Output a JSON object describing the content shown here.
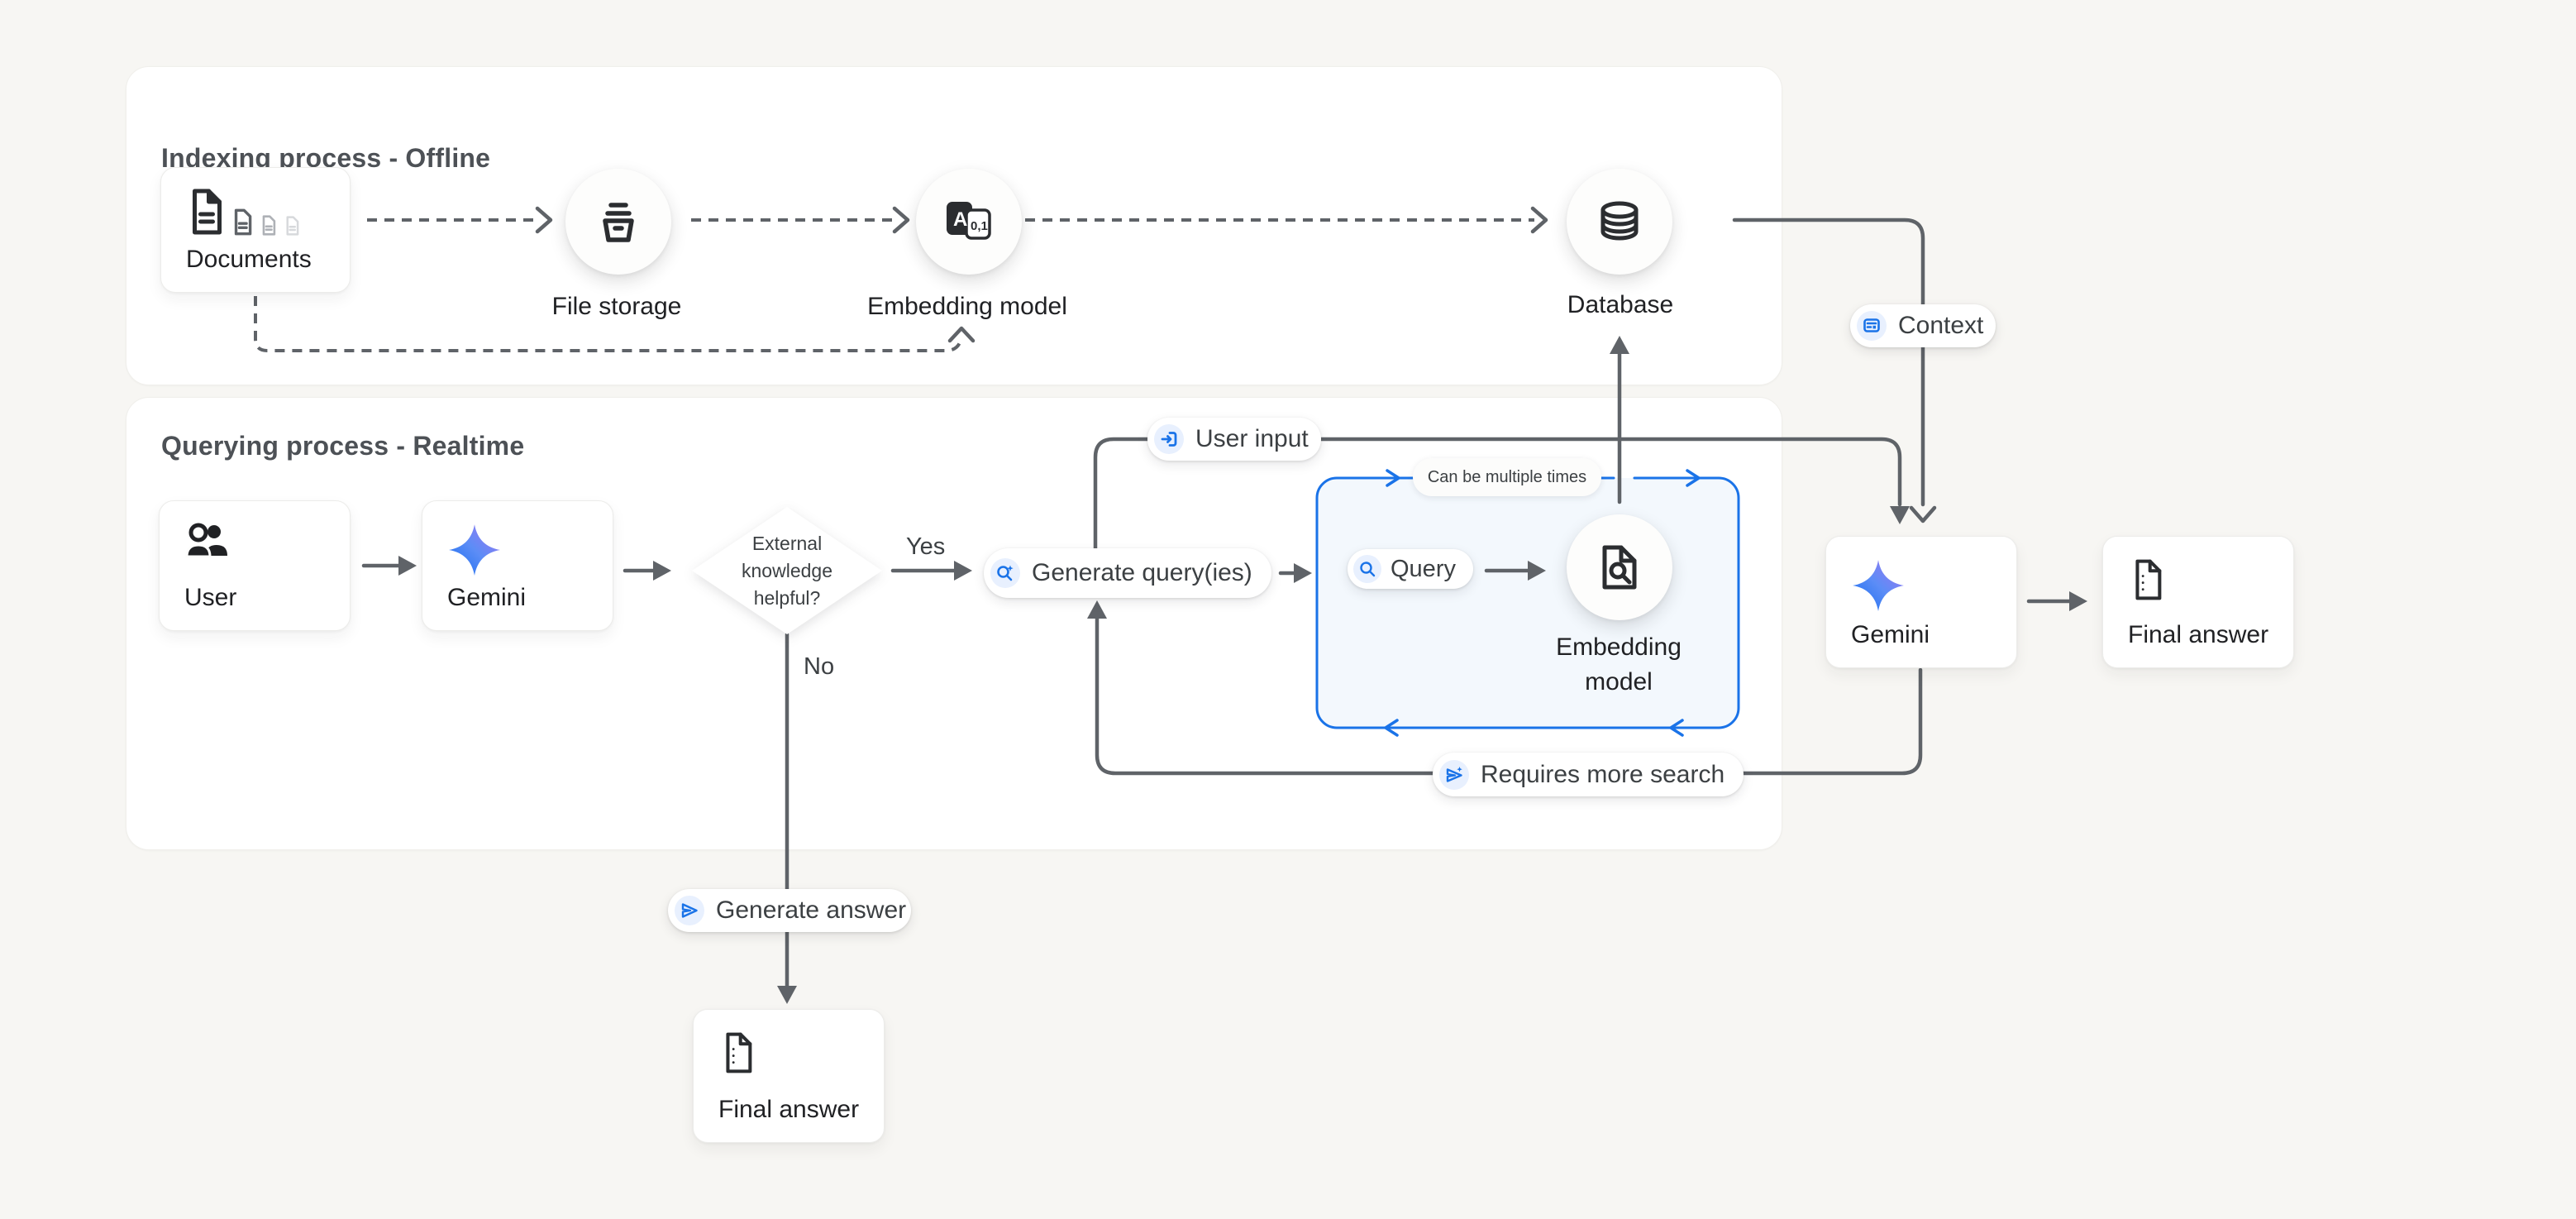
{
  "colors": {
    "page_bg": "#f7f6f3",
    "panel_bg": "#ffffff",
    "ink": "#202124",
    "label_gray": "#3c4043",
    "title_gray": "#4d5156",
    "line_gray": "#5f6368",
    "accent_blue": "#1a73e8",
    "light_blue_bg": "#e8f0fe",
    "blue_box_fill": "#f3f8fd",
    "icon_ink": "#2b2d30",
    "gemini_gradient_start": "#1e6ff0",
    "gemini_gradient_end": "#9a77f2"
  },
  "panels": {
    "indexing": {
      "title": "Indexing process - Offline"
    },
    "querying": {
      "title": "Querying process - Realtime"
    }
  },
  "nodes": {
    "documents": {
      "label": "Documents",
      "icon": "document-stack-icon"
    },
    "file_storage": {
      "label": "File storage",
      "icon": "storage-bin-icon"
    },
    "embedding_model_offline": {
      "label": "Embedding model",
      "icon": "translate-tokens-icon"
    },
    "database": {
      "label": "Database",
      "icon": "database-cylinder-icon"
    },
    "user": {
      "label": "User",
      "icon": "users-icon"
    },
    "gemini": {
      "label": "Gemini",
      "icon": "gemini-sparkle-icon"
    },
    "decision": {
      "lines": [
        "External",
        "knowledge",
        "helpful?"
      ]
    },
    "query_pill": {
      "label": "Query",
      "icon": "search-icon"
    },
    "embedding_model_realtime": {
      "lines": [
        "Embedding",
        "model"
      ],
      "icon": "document-search-icon"
    },
    "gemini_final": {
      "label": "Gemini",
      "icon": "gemini-sparkle-icon"
    },
    "final_answer": {
      "label": "Final answer",
      "icon": "document-list-icon"
    },
    "final_answer_no_branch": {
      "label": "Final answer",
      "icon": "document-list-icon"
    }
  },
  "labels": {
    "user_input": "User input",
    "generate_queries": "Generate query(ies)",
    "requires_more_search": "Requires more search",
    "generate_answer": "Generate answer",
    "context": "Context",
    "can_be_multiple_times": "Can be multiple times",
    "yes": "Yes",
    "no": "No"
  }
}
